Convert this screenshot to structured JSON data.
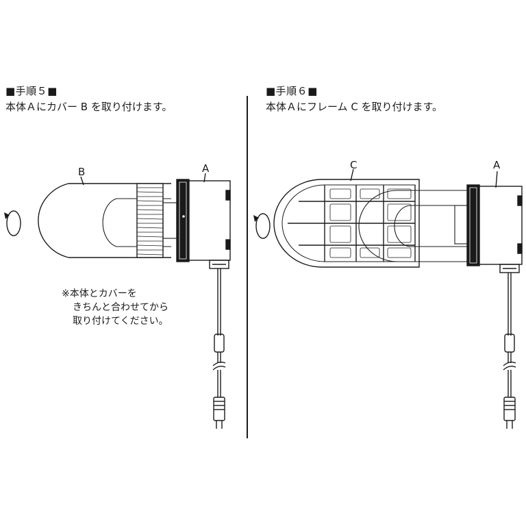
{
  "step5": {
    "title": "■手順５■",
    "instruction": "本体Ａにカバー B を取り付けます。",
    "note_line1": "※本体とカバーを",
    "note_line2": "きちんと合わせてから",
    "note_line3": "取り付けてください。",
    "label_cover": "B",
    "label_body": "A"
  },
  "step6": {
    "title": "■手順６■",
    "instruction": "本体Ａにフレーム C を取り付けます。",
    "label_frame": "C",
    "label_body": "A"
  }
}
